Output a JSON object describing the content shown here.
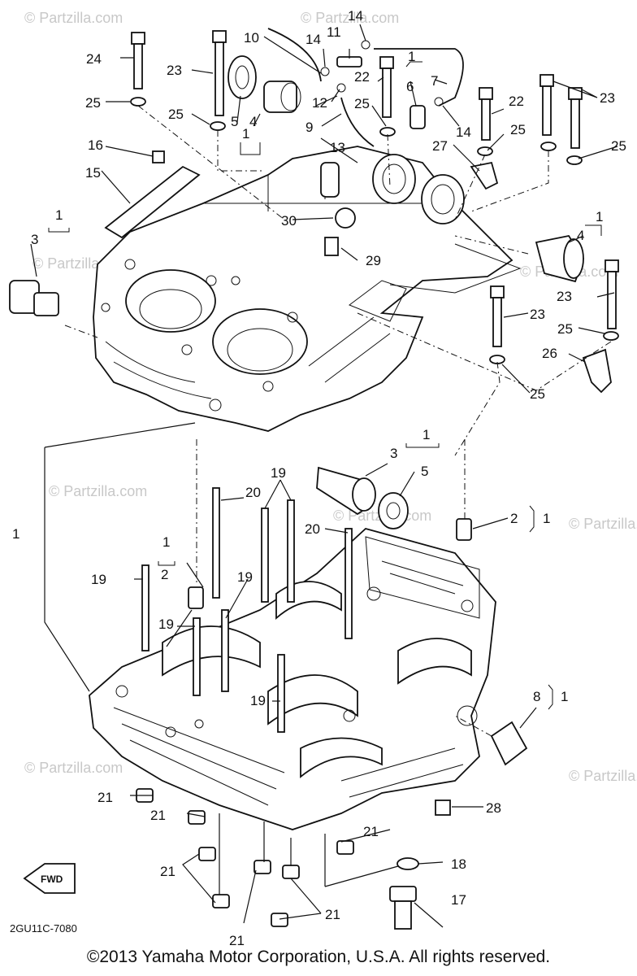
{
  "watermark_text": "© Partzilla.com",
  "diagram_code": "2GU11C-7080",
  "fwd_label": "FWD",
  "copyright": "©2013 Yamaha Motor Corporation, U.S.A. All rights reserved.",
  "callouts": [
    "1",
    "2",
    "3",
    "4",
    "5",
    "6",
    "7",
    "8",
    "9",
    "10",
    "11",
    "12",
    "13",
    "14",
    "15",
    "16",
    "17",
    "18",
    "19",
    "20",
    "21",
    "22",
    "23",
    "24",
    "25",
    "26",
    "27",
    "28",
    "29",
    "30"
  ],
  "colors": {
    "line": "#111111",
    "background": "#ffffff",
    "watermark": "#c8c8c8"
  }
}
